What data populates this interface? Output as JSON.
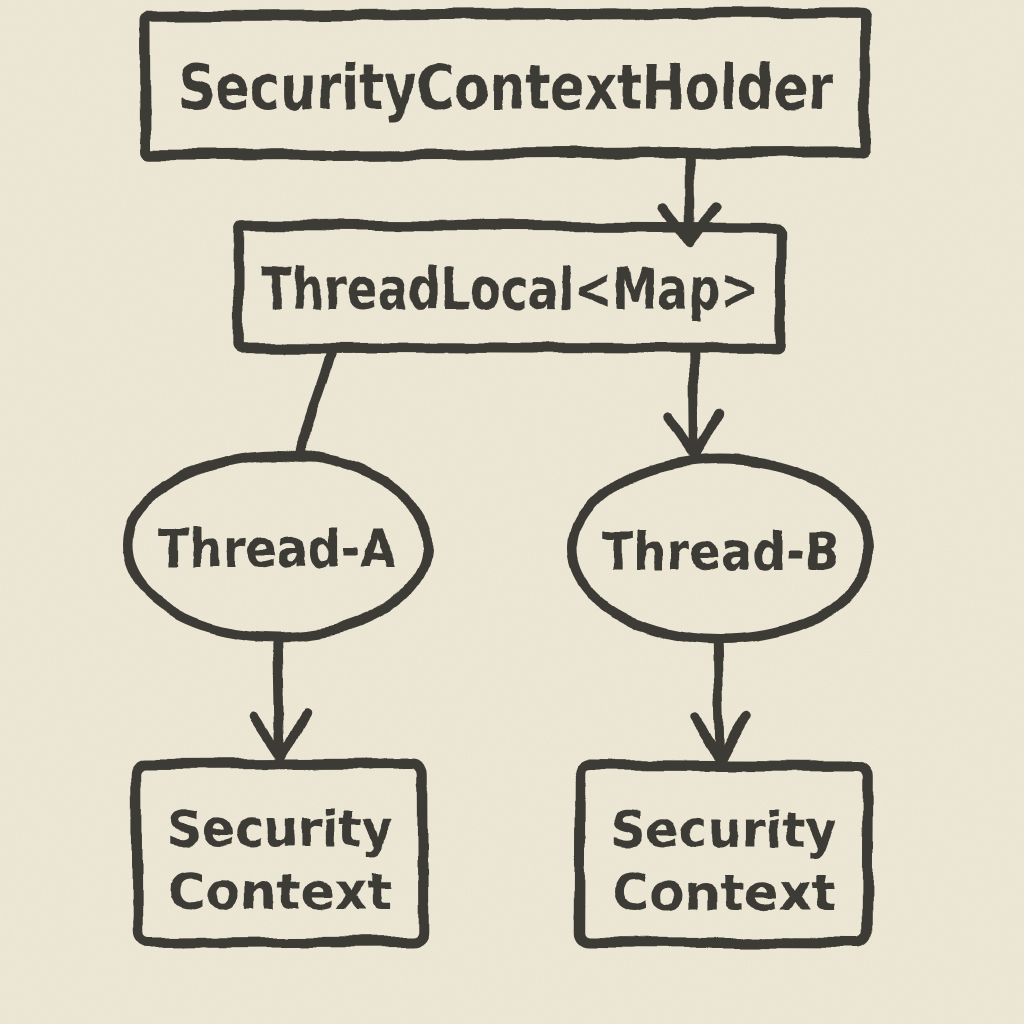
{
  "colors": {
    "paper": "#f2ecda",
    "ink": "#3e3b35"
  },
  "nodes": {
    "security_context_holder": {
      "label": "SecurityContextHolder",
      "shape": "rectangle"
    },
    "thread_local_map": {
      "label": "ThreadLocal<Map>",
      "shape": "rectangle"
    },
    "thread_a": {
      "label": "Thread-A",
      "shape": "ellipse"
    },
    "thread_b": {
      "label": "Thread-B",
      "shape": "ellipse"
    },
    "security_context_a": {
      "label_line1": "Security",
      "label_line2": "Context",
      "shape": "rectangle"
    },
    "security_context_b": {
      "label_line1": "Security",
      "label_line2": "Context",
      "shape": "rectangle"
    }
  },
  "edges": [
    {
      "from": "SecurityContextHolder",
      "to": "ThreadLocal<Map>",
      "style": "arrow"
    },
    {
      "from": "ThreadLocal<Map>",
      "to": "Thread-A",
      "style": "line"
    },
    {
      "from": "ThreadLocal<Map>",
      "to": "Thread-B",
      "style": "arrow"
    },
    {
      "from": "Thread-A",
      "to": "Security Context",
      "style": "arrow"
    },
    {
      "from": "Thread-B",
      "to": "Security Context",
      "style": "arrow"
    }
  ]
}
